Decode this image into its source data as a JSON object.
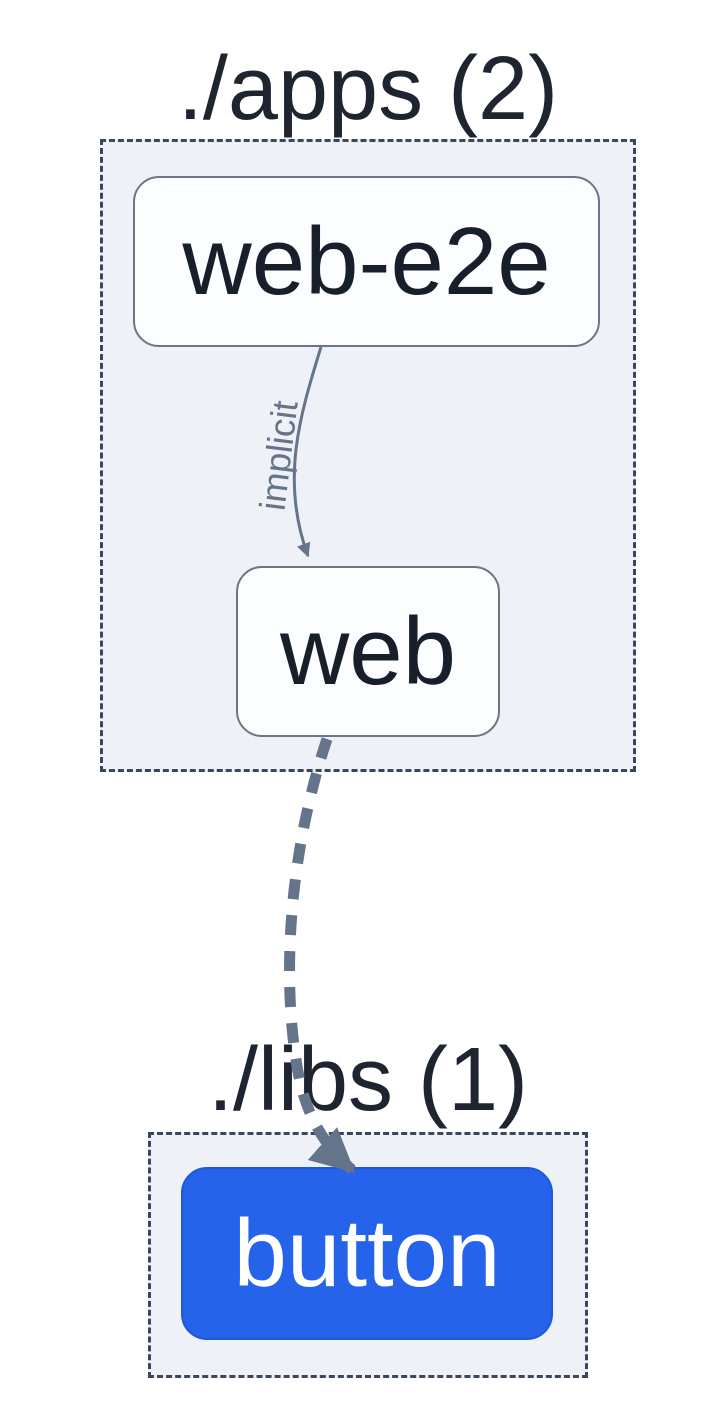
{
  "diagram": {
    "clusters": [
      {
        "id": "apps",
        "label": "./apps (2)",
        "count": 2,
        "nodes": [
          {
            "id": "web-e2e",
            "label": "web-e2e"
          },
          {
            "id": "web",
            "label": "web"
          }
        ]
      },
      {
        "id": "libs",
        "label": "./libs (1)",
        "count": 1,
        "nodes": [
          {
            "id": "button",
            "label": "button"
          }
        ]
      }
    ],
    "edges": [
      {
        "from": "web-e2e",
        "to": "web",
        "label": "implicit",
        "style": "solid-thin"
      },
      {
        "from": "web",
        "to": "button",
        "label": "",
        "style": "dashed-thick"
      }
    ],
    "colors": {
      "background": "#ffffff",
      "cluster_fill": "#eef1f6",
      "cluster_border": "#3b4859",
      "node_fill": "#fcfdff",
      "node_border": "#6b7687",
      "node_text": "#171f2b",
      "edge": "#64748b",
      "focused_node_fill": "#2563eb",
      "focused_node_text": "#ffffff"
    }
  }
}
